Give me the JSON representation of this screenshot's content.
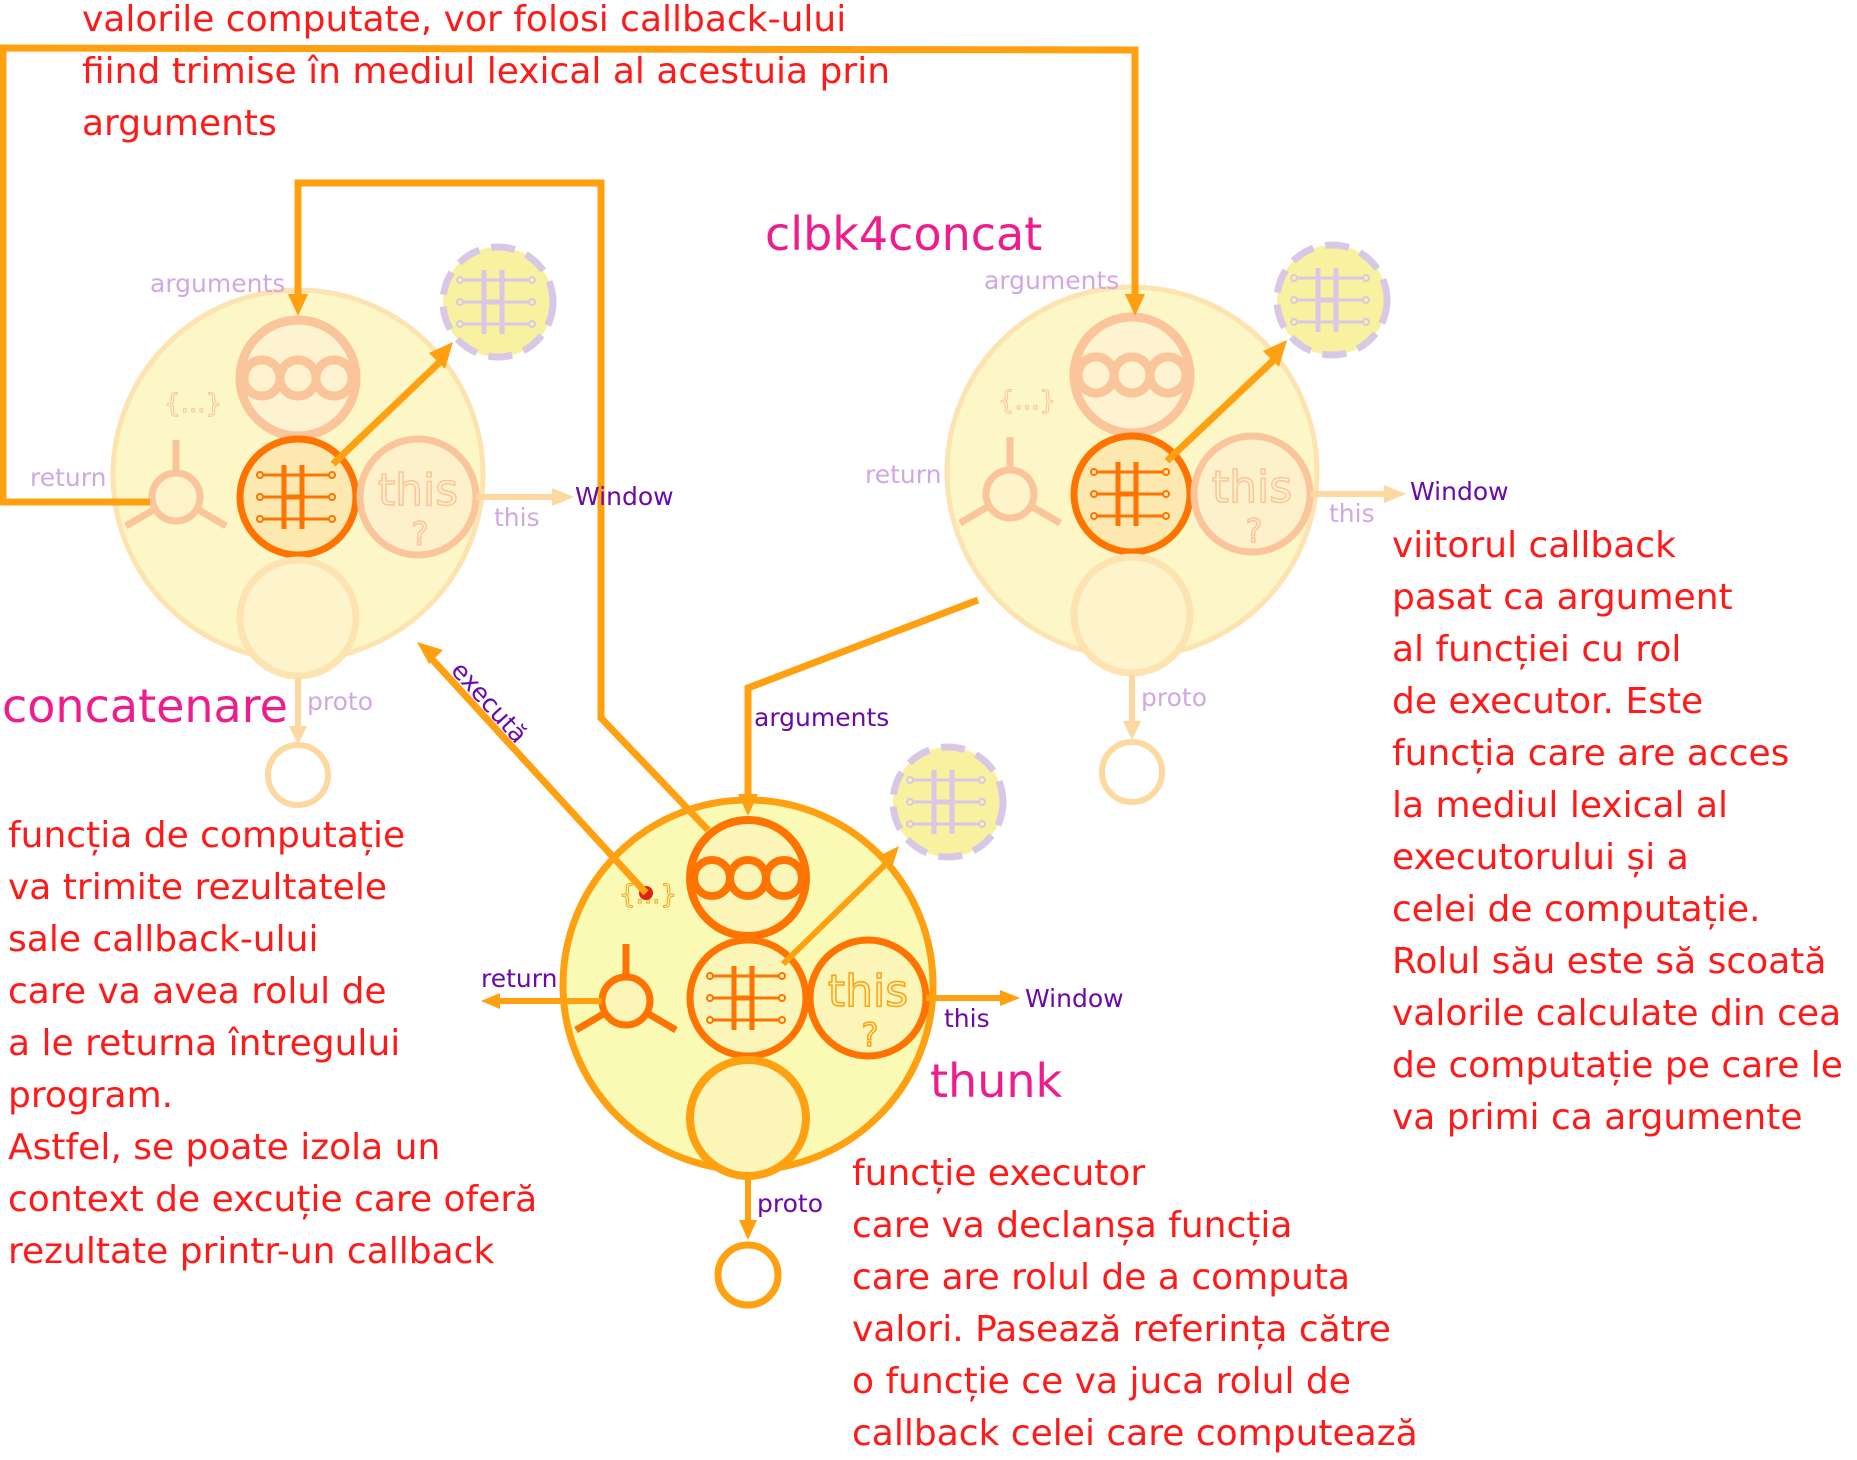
{
  "functions": {
    "concatenare": "concatenare",
    "clbk4concat": "clbk4concat",
    "thunk": "thunk"
  },
  "labels": {
    "arguments": "arguments",
    "return": "return",
    "this": "this",
    "window": "Window",
    "proto": "proto",
    "executa": "execută",
    "block": "{...}",
    "this_glyph": "this",
    "q_glyph": "?"
  },
  "notes": {
    "top": "valorile computate, vor folosi callback-ului\nfiind trimise în mediul lexical al acestuia prin\narguments",
    "right": "viitorul callback\npasat ca argument\nal funcției cu rol\nde executor. Este\nfuncția care are acces\nla mediul lexical al\nexecutorului și a\ncelei de computație.\nRolul său este să scoată\nvalorile calculate din cea\nde computație pe care le\nva primi ca argumente",
    "left": "funcția de computație\nva trimite rezultatele\nsale callback-ului\ncare va avea rolul de\na le returna întregului\nprogram.\nAstfel, se poate izola un\ncontext de excuție care oferă\nrezultate printr-un callback",
    "bottom": "funcție executor\ncare va declanșa funcția\ncare are rolul de a computa\nvalori. Pasează referința către\no funcție ce va juca rolul de\ncallback celei care computează"
  },
  "colors": {
    "connector": "#ffa010",
    "note_text": "#ff1a1a",
    "function_name": "#ee1c8c",
    "label_active": "#6a0aa8",
    "label_faded": "#d0a8e2",
    "body_fill": "#fcf8b0",
    "active_ring": "#ff7300"
  }
}
